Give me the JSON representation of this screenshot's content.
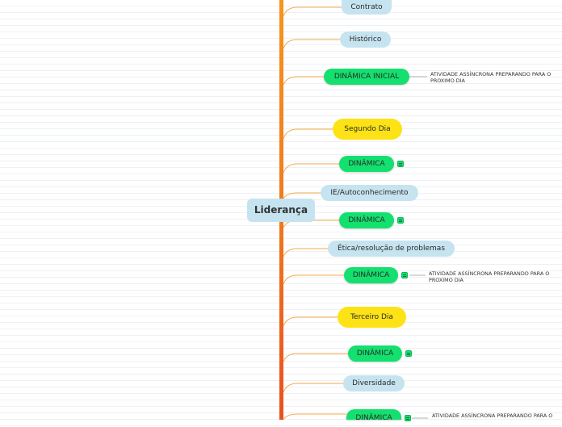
{
  "root": {
    "label": "Liderança"
  },
  "nodes": {
    "contrato": "Contrato",
    "historico": "Histórico",
    "dinamica_inicial": "DINÂMICA INICIAL",
    "segundo_dia": "Segundo Dia",
    "dinamica_1": "DINÂMICA",
    "ie_autoconhecimento": "IE/Autoconhecimento",
    "dinamica_2": "DINÂMICA",
    "etica": "Ética/resolução de problemas",
    "dinamica_3": "DINÂMICA",
    "terceiro_dia": "Terceiro  Dia",
    "dinamica_4": "DINÂMICA",
    "diversidade": "Diversidade",
    "dinamica_5": "DINÂMICA"
  },
  "subtopics": {
    "atividade_1": "ATIVIDADE ASSÍNCRONA PREPARANDO PARA O PROXIMO DIA",
    "atividade_2": "ATIVIDADE ASSÍNCRONA PREPARANDO PARA O PROXIMO DIA",
    "atividade_3": "ATIVIDADE ASSÍNCRONA PREPARANDO PARA O"
  },
  "colors": {
    "topic_blue": "#c6e3f0",
    "topic_green": "#13e06e",
    "topic_yellow": "#fde216",
    "branch_orange": "#f28c1b",
    "branch_red": "#e8531f",
    "connector": "#f5a94a"
  },
  "icons": {
    "note": "note-icon"
  }
}
